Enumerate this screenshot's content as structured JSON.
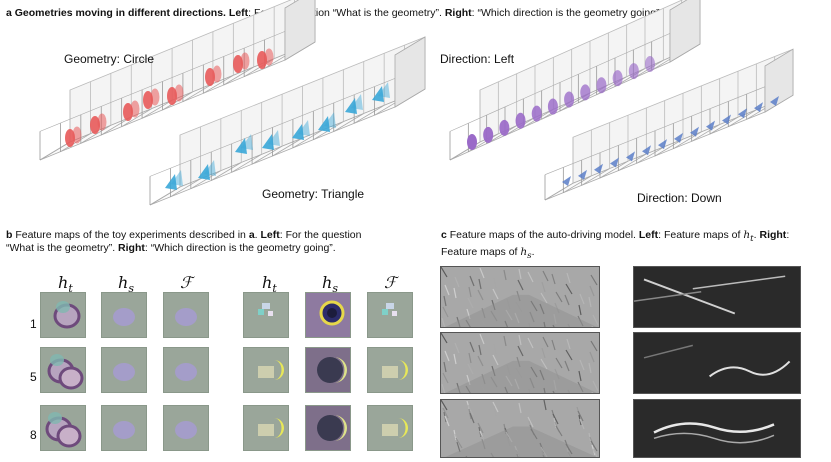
{
  "panel_a": {
    "letter": "a",
    "caption_bold": "Geometries moving in different directions.",
    "left_bold": "Left",
    "left_text": ": For the question “What is the geometry”.",
    "right_bold": "Right",
    "right_text": ": “Which direction is the geometry going”.",
    "label_circle": "Geometry: Circle",
    "label_triangle": "Geometry: Triangle",
    "label_left": "Direction: Left",
    "label_down": "Direction: Down",
    "colors": {
      "circle": "#e85a5a",
      "triangle": "#3aa7d8",
      "purple": "#9a6ac8",
      "down": "#5a7ec8"
    }
  },
  "panel_b": {
    "letter": "b",
    "text1": "Feature maps of the toy experiments described in",
    "ref": "a",
    "text2": ". ",
    "left_bold": "Left",
    "left_text": ": For the question “What is the geometry”. ",
    "right_bold": "Right",
    "right_text": ": “Which direction is the geometry going”.",
    "col_headers": [
      "h",
      "h",
      "ℱ"
    ],
    "col_subs": [
      "t",
      "s",
      ""
    ],
    "rows": [
      "1",
      "5",
      "8"
    ]
  },
  "panel_c": {
    "letter": "c",
    "text1": "Feature maps of the auto-driving model.",
    "left_bold": "Left",
    "left_text": ": Feature maps of",
    "left_var": "h",
    "left_sub": "t",
    "right_bold": "Right",
    "right_text": ": Feature maps of",
    "right_var": "h",
    "right_sub": "s"
  }
}
